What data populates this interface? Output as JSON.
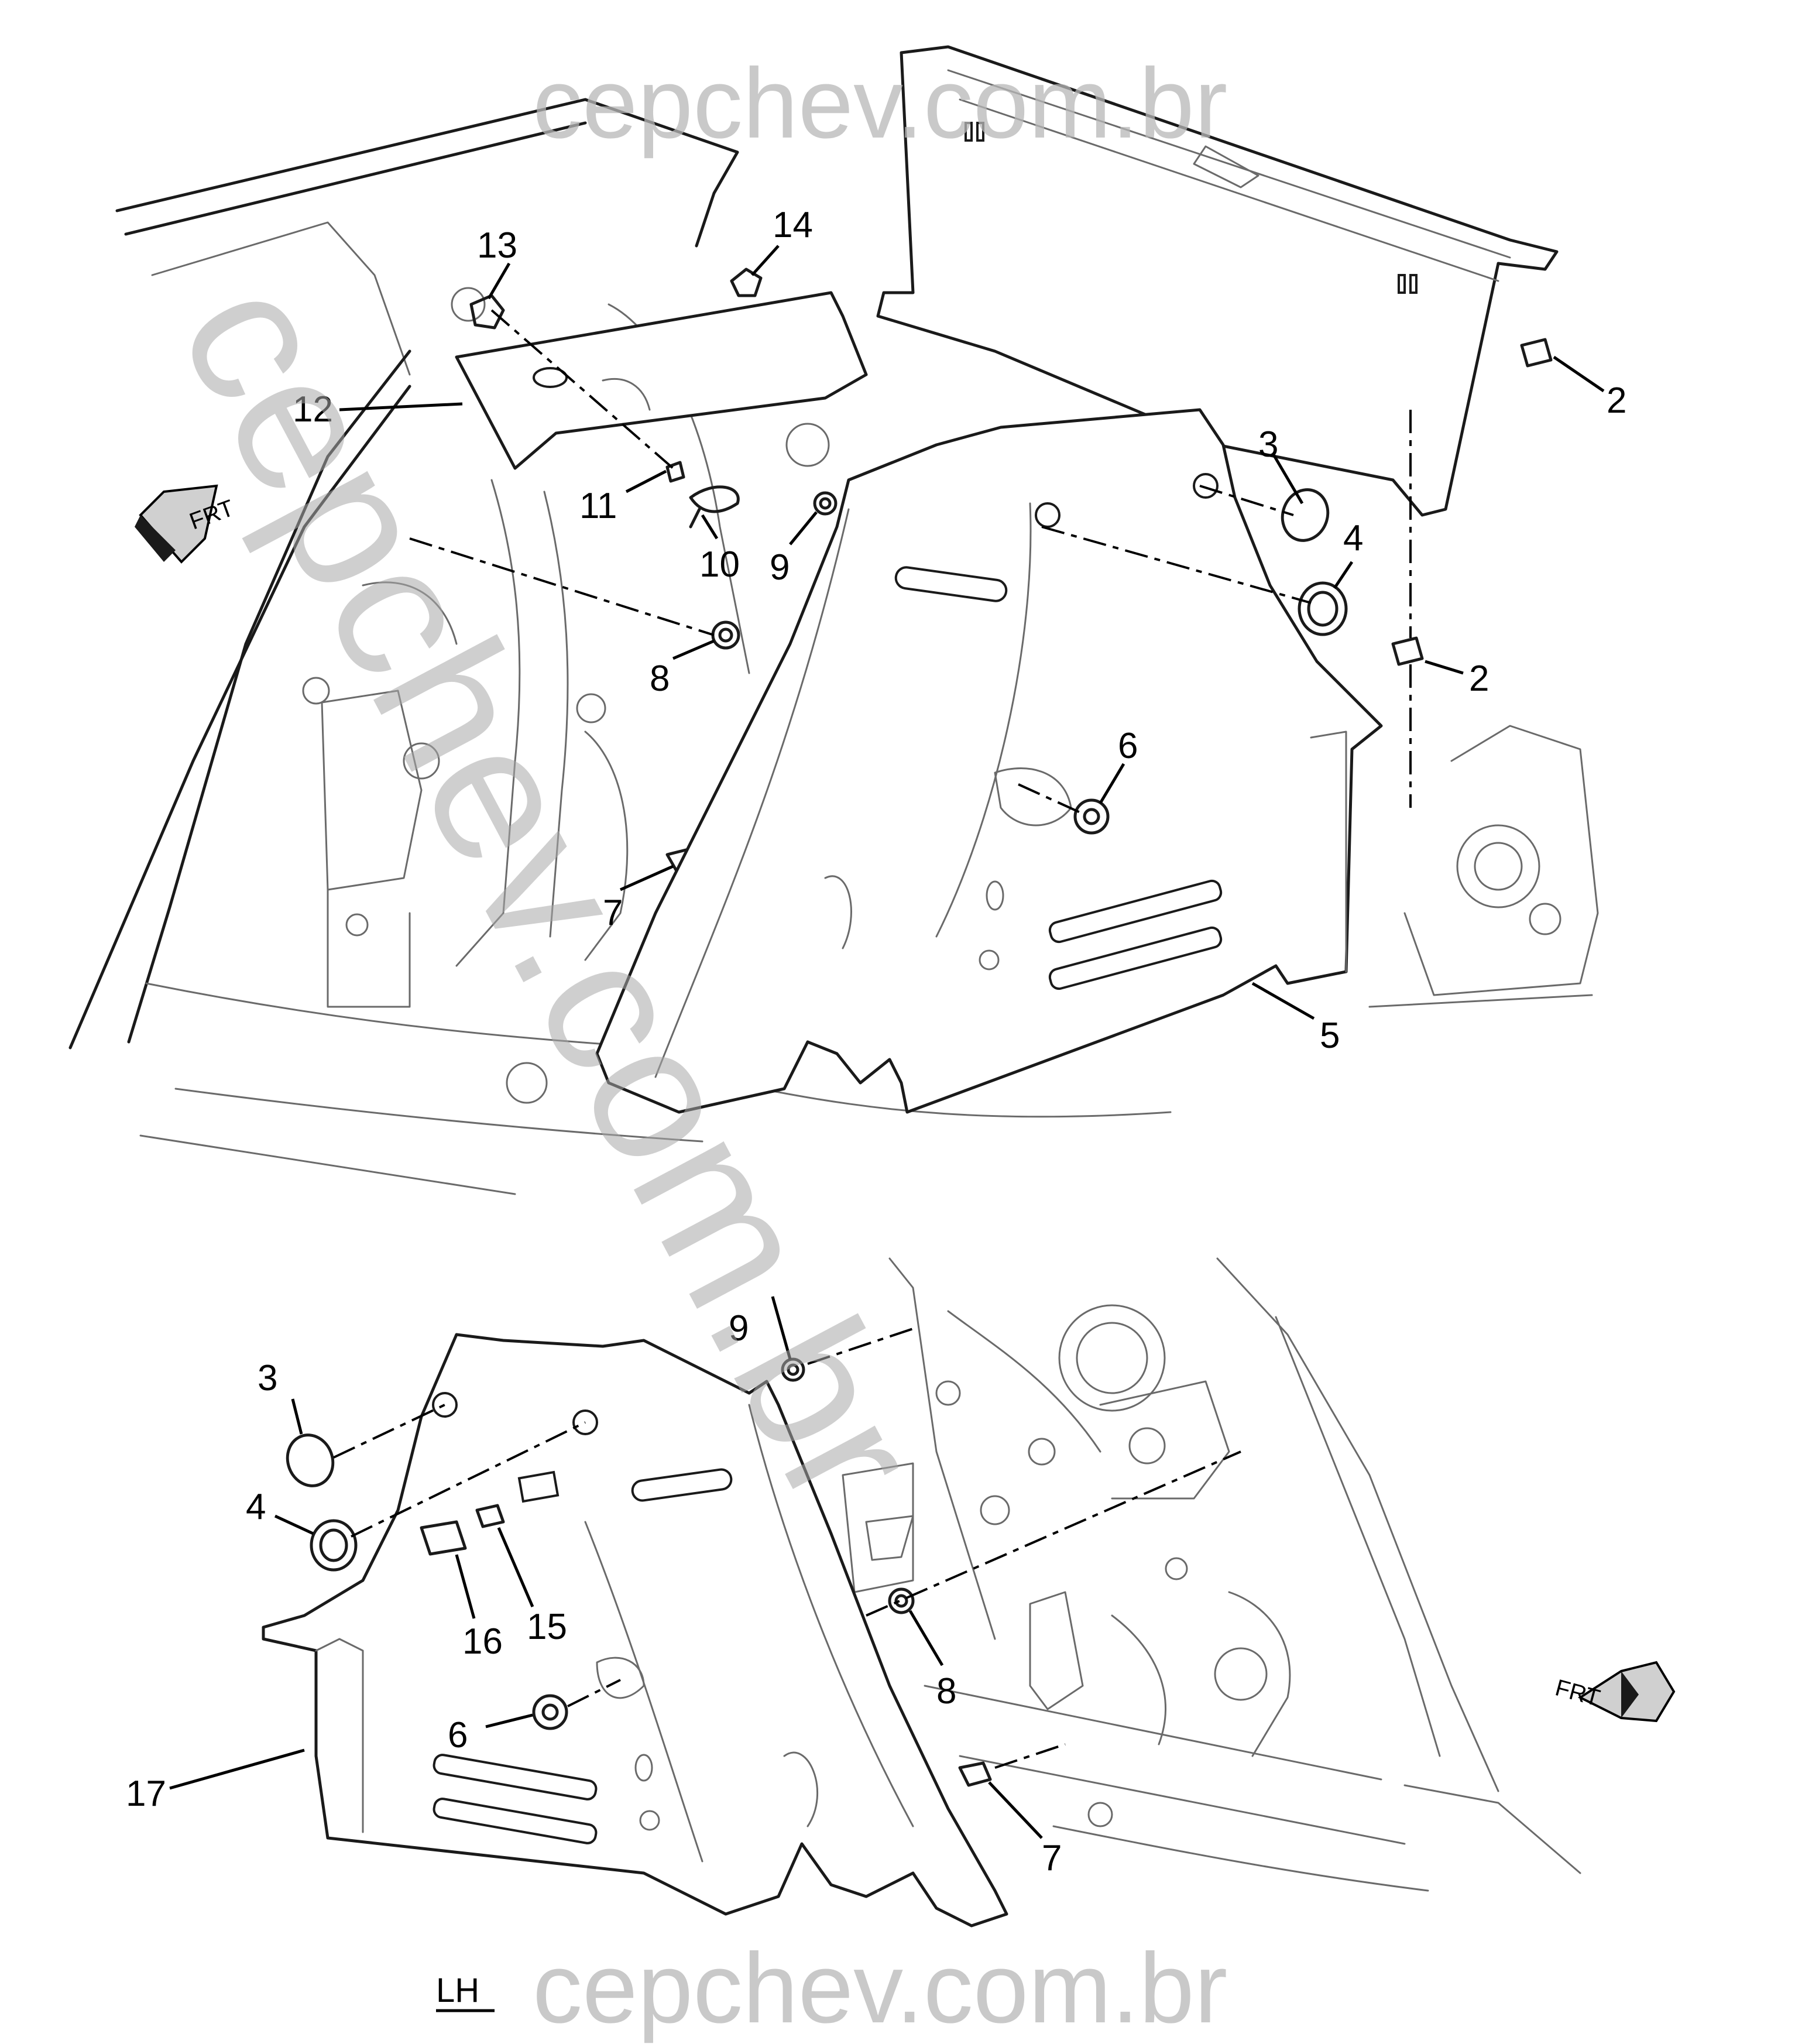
{
  "watermark": {
    "top": "cepchev.com.br",
    "bottom": "cepchev.com.br",
    "diagonal": "cepchev.com.br"
  },
  "labels": {
    "side": "LH",
    "front_arrow": "FRT"
  },
  "callouts": {
    "c2a": "2",
    "c2b": "2",
    "c3a": "3",
    "c3b": "3",
    "c4a": "4",
    "c4b": "4",
    "c5": "5",
    "c6a": "6",
    "c6b": "6",
    "c7a": "7",
    "c7b": "7",
    "c8a": "8",
    "c8b": "8",
    "c9a": "9",
    "c9b": "9",
    "c10": "10",
    "c11": "11",
    "c12": "12",
    "c13": "13",
    "c14": "14",
    "c15": "15",
    "c16": "16",
    "c17": "17"
  }
}
